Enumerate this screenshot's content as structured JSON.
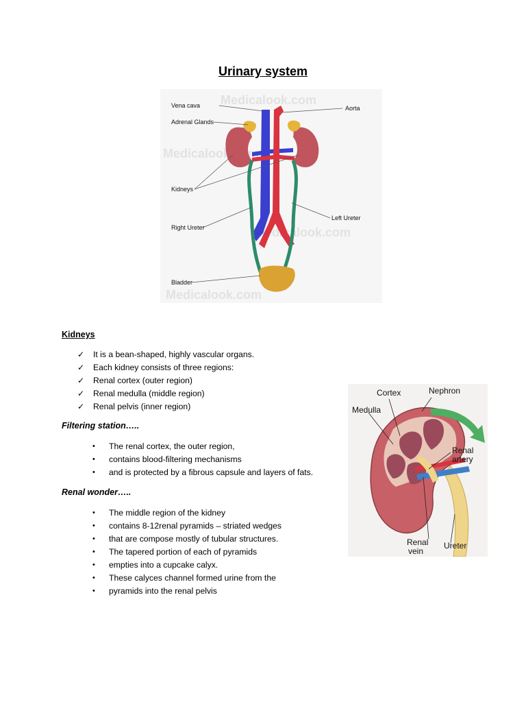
{
  "title": "Urinary system",
  "figure1": {
    "labels": {
      "vena_cava": "Vena cava",
      "aorta": "Aorta",
      "adrenal_glands": "Adrenal Glands",
      "kidneys": "Kidneys",
      "left_ureter": "Left Ureter",
      "right_ureter": "Right Ureter",
      "bladder": "Bladder"
    },
    "watermark": "Medicalook.com"
  },
  "figure2": {
    "labels": {
      "cortex": "Cortex",
      "nephron": "Nephron",
      "medulla": "Medulla",
      "renal_artery_1": "Renal",
      "renal_artery_2": "artery",
      "renal_vein_1": "Renal",
      "renal_vein_2": "vein",
      "ureter": "Ureter"
    }
  },
  "kidneys": {
    "heading": "Kidneys",
    "items": [
      "It is a bean-shaped, highly vascular organs.",
      "Each kidney consists of three regions:",
      "Renal cortex (outer region)",
      "Renal medulla (middle region)",
      "Renal pelvis (inner region)"
    ],
    "check_mark": "✓"
  },
  "filtering": {
    "heading": "Filtering station…..",
    "items": [
      "The renal cortex, the outer region,",
      "contains blood-filtering mechanisms",
      "and is protected by a fibrous capsule and layers of fats."
    ]
  },
  "renal_wonder": {
    "heading": "Renal wonder…..",
    "items": [
      "The middle region of the kidney",
      "contains 8-12renal pyramids – striated wedges",
      "that are compose mostly of tubular structures.",
      "The tapered portion of each of pyramids",
      "empties into a cupcake calyx.",
      "These calyces channel formed urine from the",
      "pyramids into the renal pelvis"
    ],
    "bullet": "•"
  },
  "colors": {
    "kidney": "#c0555e",
    "adrenal": "#e7b43a",
    "vein": "#3a3fd0",
    "artery": "#d9343f",
    "ureter": "#2e8b6a",
    "bladder": "#d9a233"
  }
}
